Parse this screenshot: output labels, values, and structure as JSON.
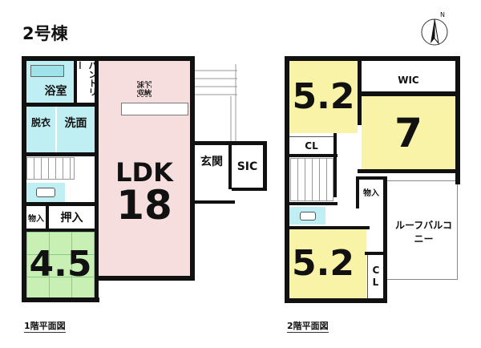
{
  "title": "2号棟",
  "compass": {
    "label": "N"
  },
  "floor1": {
    "caption": "1階平面図",
    "rooms": {
      "bath": "浴室",
      "pantry": "パントリー",
      "underfloor": "床下収納",
      "dressing": "脱衣",
      "washroom": "洗面",
      "ldk_label": "LDK",
      "ldk_size": "18",
      "entrance": "玄関",
      "sic": "SIC",
      "storage": "物入",
      "closet": "押入",
      "japanese_size": "4.5"
    }
  },
  "floor2": {
    "caption": "2階平面図",
    "rooms": {
      "room1_size": "5.2",
      "closet1": "CL",
      "wic": "WIC",
      "room2_size": "7",
      "storage": "物入",
      "balcony": "ルーフバルコニー",
      "room3_size": "5.2",
      "closet3": "CL"
    }
  }
}
